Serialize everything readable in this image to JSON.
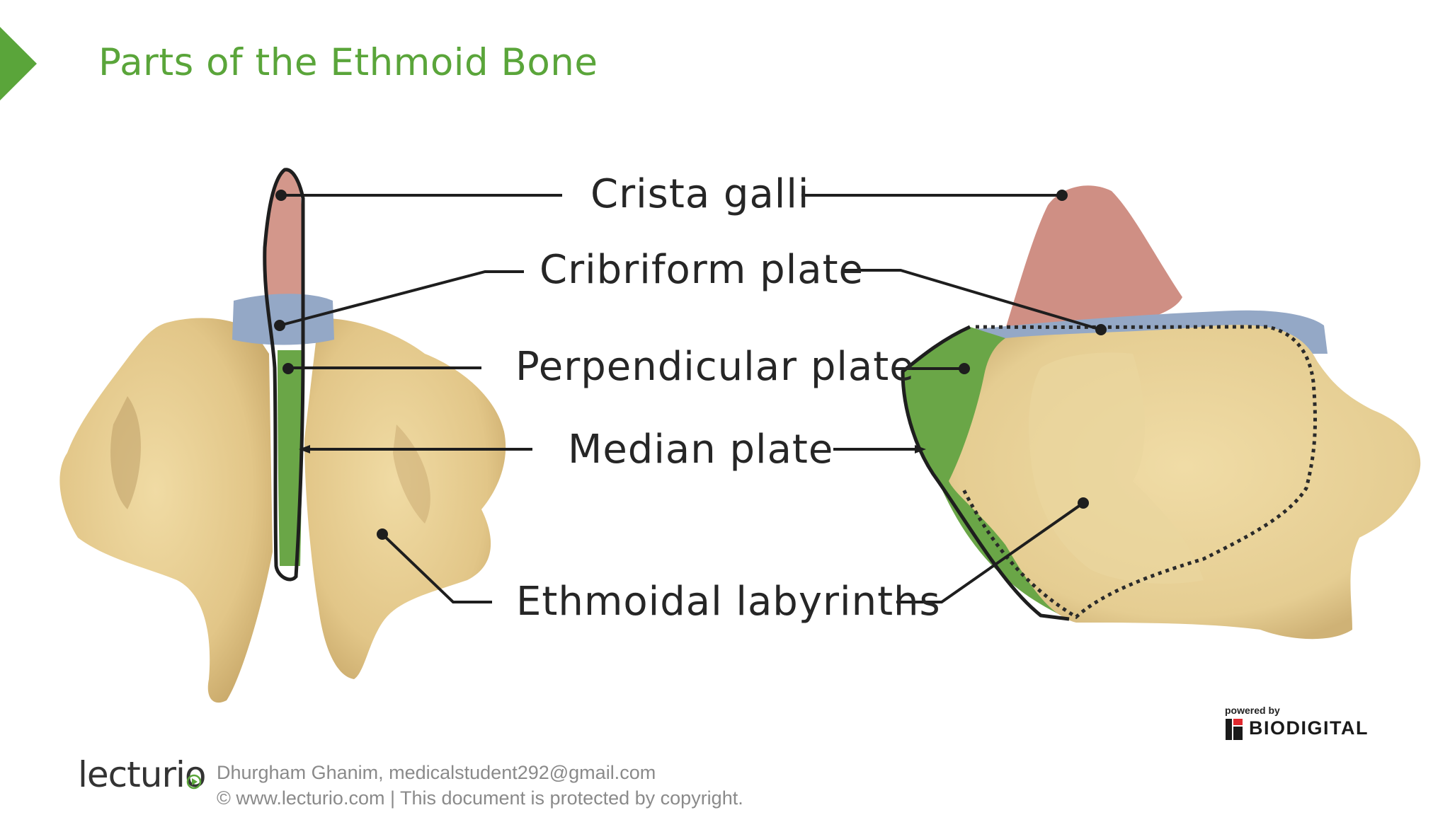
{
  "slide": {
    "title": "Parts of the Ethmoid Bone",
    "accent_color": "#5aa53a"
  },
  "labels": {
    "crista_galli": "Crista galli",
    "cribriform_plate": "Cribriform plate",
    "perpendicular_plate": "Perpendicular plate",
    "median_plate": "Median plate",
    "ethmoidal_labyrinths": "Ethmoidal labyrinths"
  },
  "colors": {
    "crista_galli": "#cf8f84",
    "cribriform_plate": "#93a7c4",
    "perpendicular_plate": "#6aa647",
    "labyrinths": "#e6cf93"
  },
  "branding": {
    "powered_by": "powered by",
    "biodigital": "BIODIGITAL",
    "lecturio_logo": "lecturio",
    "footer_line1": "Dhurgham Ghanim, medicalstudent292@gmail.com",
    "footer_line2": "© www.lecturio.com | This document is protected by copyright."
  }
}
